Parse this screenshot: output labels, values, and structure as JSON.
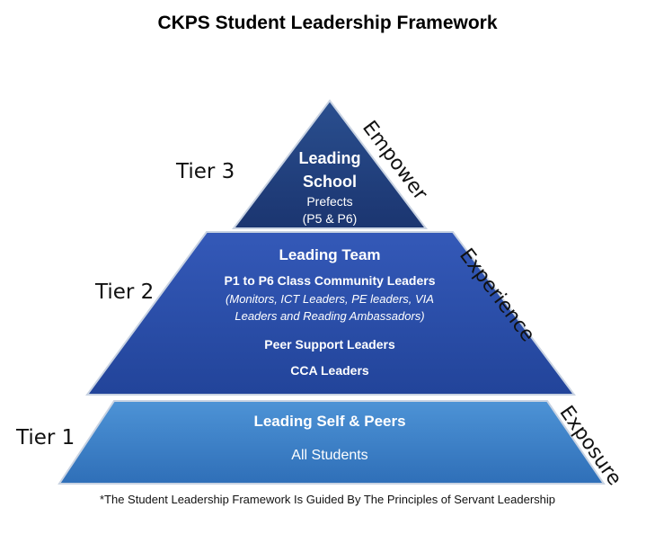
{
  "title": "CKPS Student Leadership Framework",
  "colors": {
    "tier3": "#1f3e78",
    "tier2": "#2b4fa7",
    "tier1": "#3a80c8",
    "text": "#ffffff"
  },
  "tiers": [
    {
      "label": "Tier 3",
      "side_label": "Empower",
      "heading_line1": "Leading",
      "heading_line2": "School",
      "role": "Prefects",
      "role_note": "(P5 & P6)"
    },
    {
      "label": "Tier 2",
      "side_label": "Experience",
      "heading": "Leading Team",
      "item1": "P1 to P6 Class Community Leaders",
      "item1_note_line1": "(Monitors, ICT Leaders, PE leaders, VIA",
      "item1_note_line2": "Leaders and Reading Ambassadors)",
      "item2": "Peer Support Leaders",
      "item3": "CCA Leaders"
    },
    {
      "label": "Tier 1",
      "side_label": "Exposure",
      "heading": "Leading Self & Peers",
      "item1": "All Students"
    }
  ],
  "footnote": "*The Student Leadership Framework Is Guided By The Principles of Servant Leadership"
}
